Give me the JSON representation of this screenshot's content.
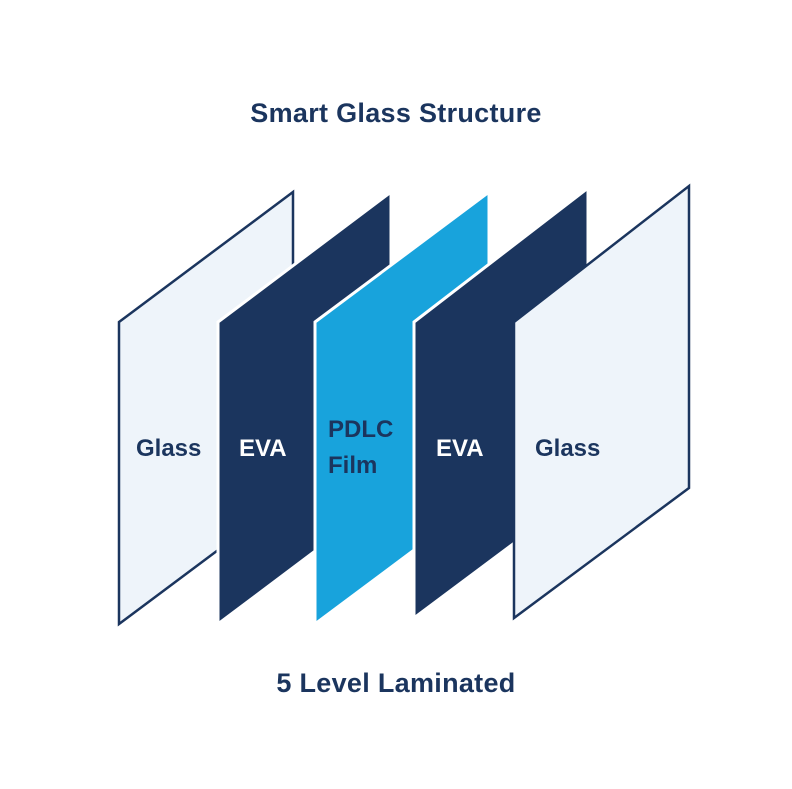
{
  "title": "Smart Glass Structure",
  "subtitle": "5 Level Laminated",
  "layers": [
    {
      "label_lines": [
        "Glass"
      ],
      "fill": "#eef4fa",
      "stroke": "#1b355e",
      "text_color": "#1b355e"
    },
    {
      "label_lines": [
        "EVA"
      ],
      "fill": "#1b355e",
      "stroke": "#ffffff",
      "text_color": "#ffffff"
    },
    {
      "label_lines": [
        "PDLC",
        "Film"
      ],
      "fill": "#18a3dc",
      "stroke": "#ffffff",
      "text_color": "#1b355e"
    },
    {
      "label_lines": [
        "EVA"
      ],
      "fill": "#1b355e",
      "stroke": "#ffffff",
      "text_color": "#ffffff"
    },
    {
      "label_lines": [
        "Glass"
      ],
      "fill": "#eef4fa",
      "stroke": "#1b355e",
      "text_color": "#1b355e"
    }
  ],
  "colors": {
    "navy": "#1b355e",
    "cyan": "#18a3dc",
    "glass": "#eef4fa"
  }
}
